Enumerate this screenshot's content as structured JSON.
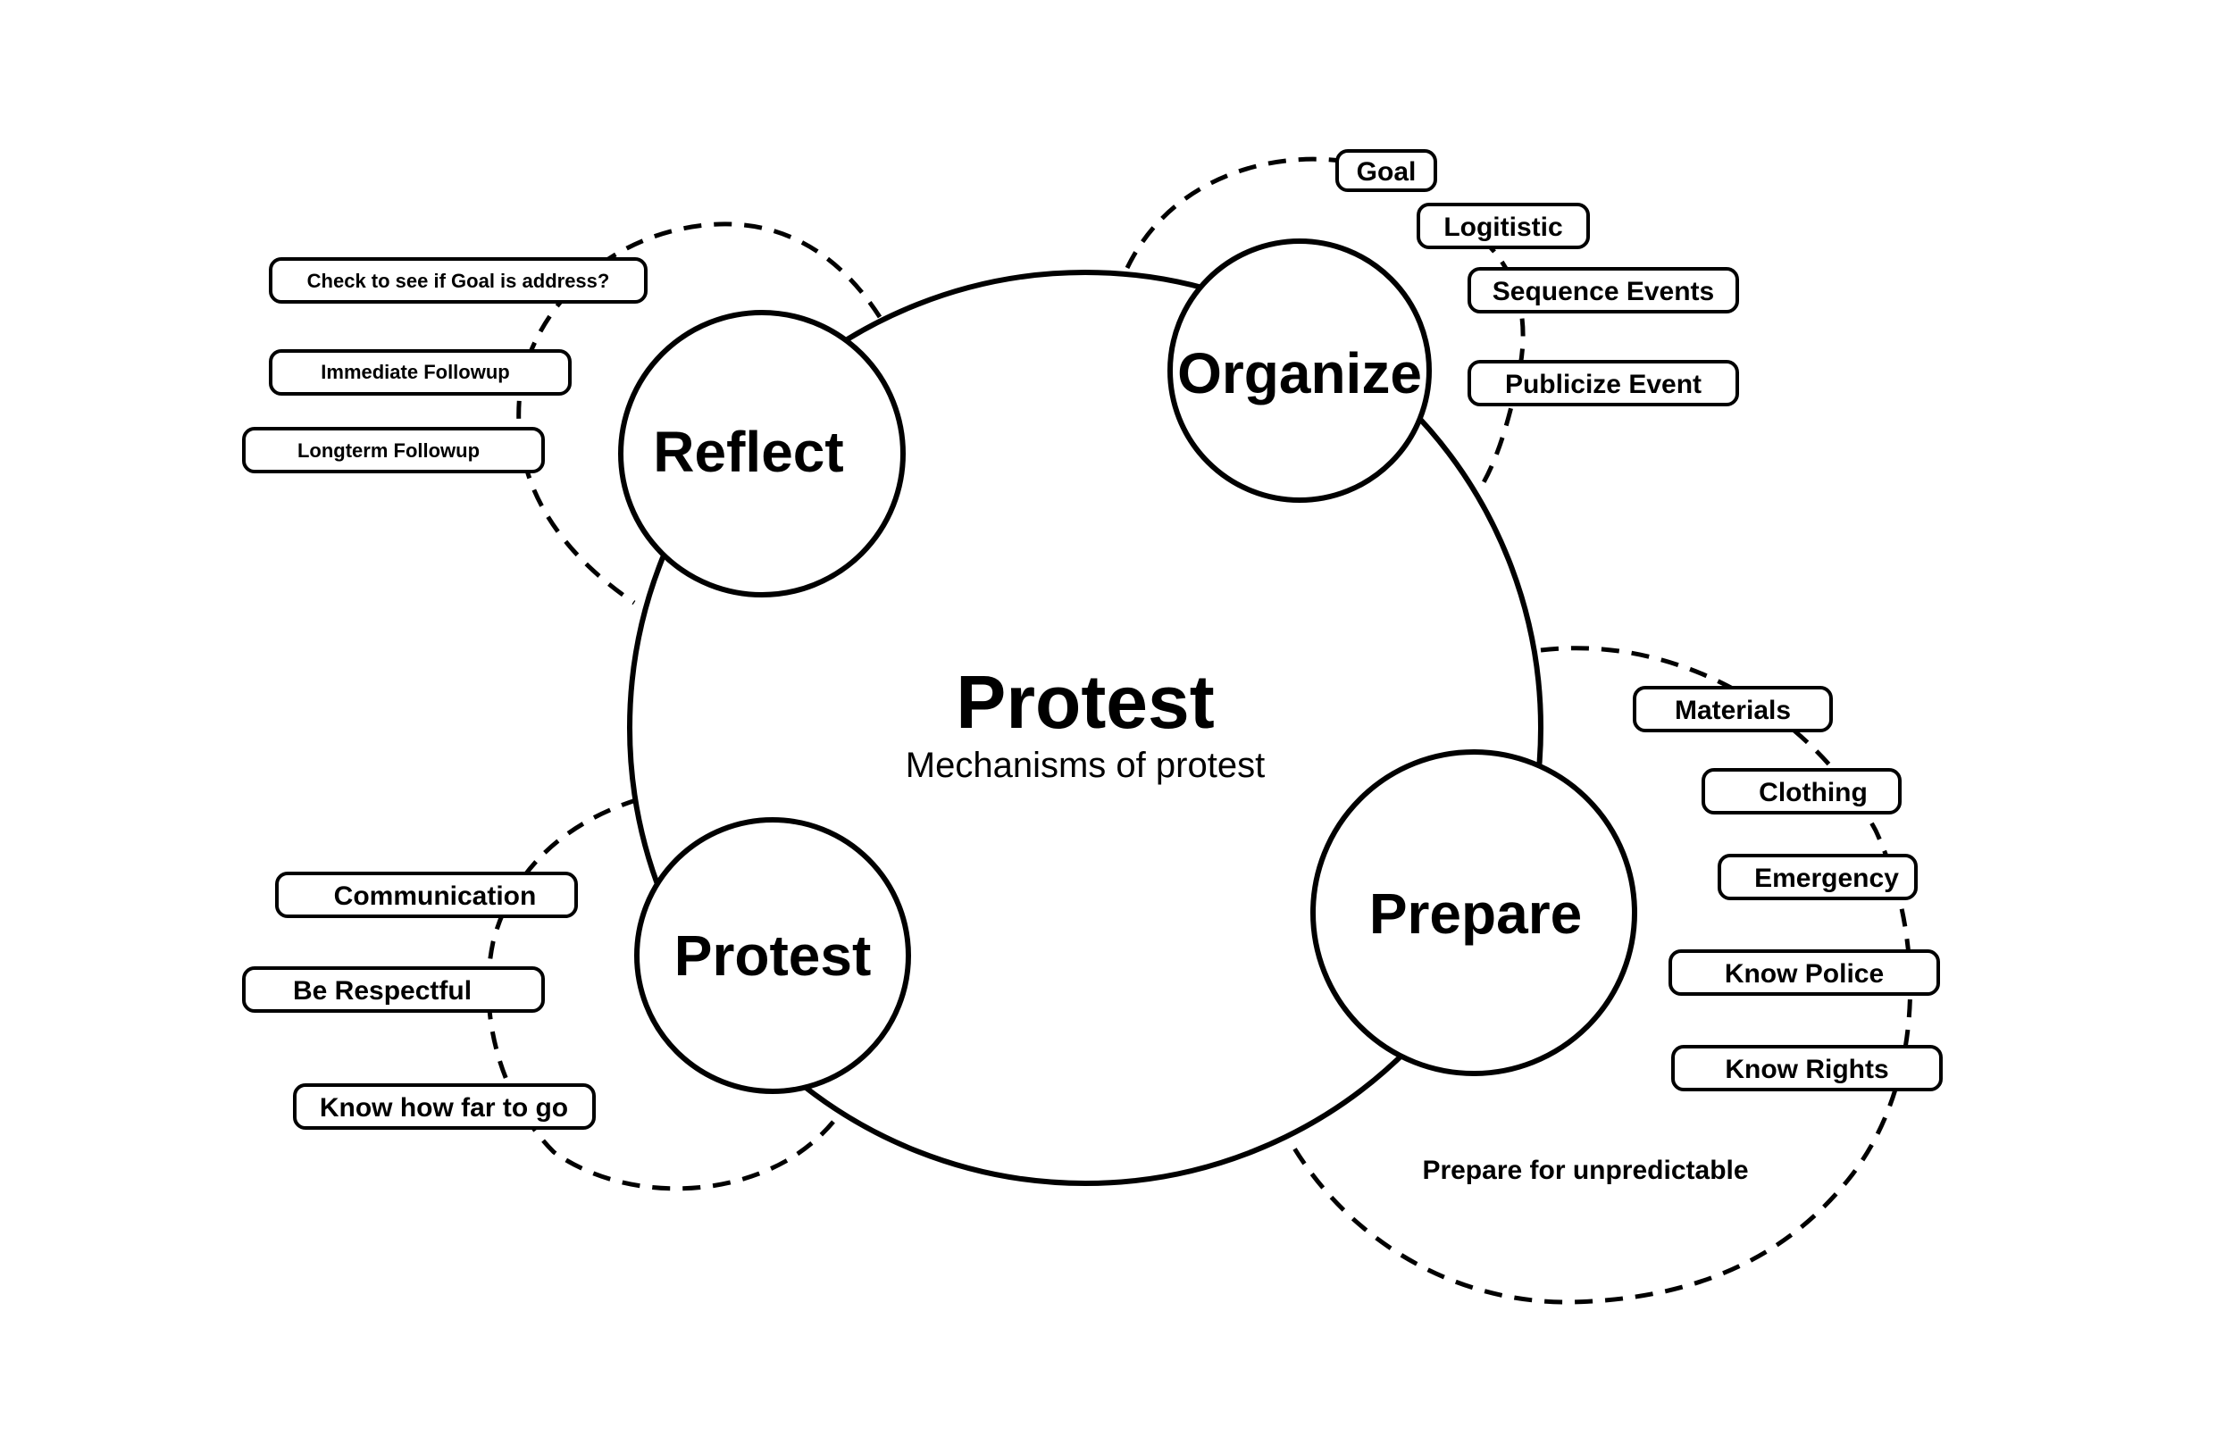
{
  "center": {
    "title": "Protest",
    "subtitle": "Mechanisms of protest"
  },
  "stages": {
    "organize": {
      "label": "Organize",
      "items": [
        "Goal",
        "Logitistic",
        "Sequence Events",
        "Publicize Event"
      ]
    },
    "prepare": {
      "label": "Prepare",
      "items": [
        "Materials",
        "Clothing",
        "Emergency",
        "Know Police",
        "Know Rights"
      ],
      "note": "Prepare for unpredictable"
    },
    "protest": {
      "label": "Protest",
      "items": [
        "Communication",
        "Be Respectful",
        "Know how far to go"
      ]
    },
    "reflect": {
      "label": "Reflect",
      "items": [
        "Check to see if Goal is address?",
        "Immediate Followup",
        "Longterm Followup"
      ]
    }
  }
}
